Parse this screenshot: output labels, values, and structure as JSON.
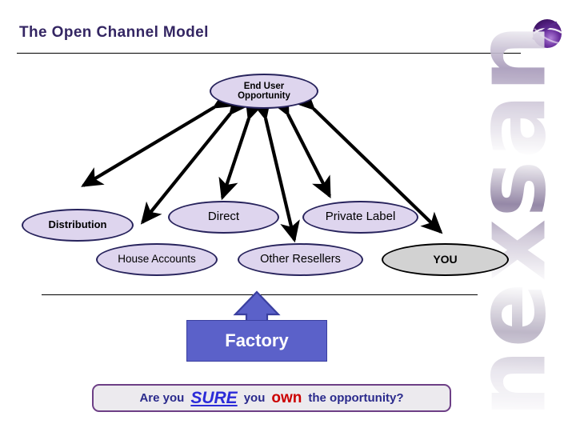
{
  "slide": {
    "title": "The Open Channel Model",
    "watermark_text": "nexsan",
    "logo_name": "nexsan-sphere-logo"
  },
  "diagram": {
    "top_node": {
      "id": "end-user-opportunity",
      "label_line1": "End User",
      "label_line2": "Opportunity",
      "fill": "#ded5ee",
      "stroke": "#27235c"
    },
    "channel_nodes": [
      {
        "id": "distribution",
        "label": "Distribution",
        "fill": "#ded5ee",
        "stroke": "#27235c"
      },
      {
        "id": "direct",
        "label": "Direct",
        "fill": "#ded5ee",
        "stroke": "#27235c"
      },
      {
        "id": "private-label",
        "label": "Private Label",
        "fill": "#ded5ee",
        "stroke": "#27235c"
      },
      {
        "id": "house-accounts",
        "label": "House Accounts",
        "fill": "#ded5ee",
        "stroke": "#27235c"
      },
      {
        "id": "other-resellers",
        "label": "Other Resellers",
        "fill": "#ded5ee",
        "stroke": "#27235c"
      },
      {
        "id": "you",
        "label": "YOU",
        "fill": "#d2d2d2",
        "stroke": "#000000"
      }
    ],
    "connector_style": "double-headed-arrow",
    "connector_count": 6,
    "factory": {
      "label": "Factory",
      "fill": "#5b61c9",
      "text_color": "#ffffff",
      "arrow_direction": "up"
    }
  },
  "banner": {
    "part1": "Are you",
    "emphasis_sure": "SURE",
    "part2": "you",
    "emphasis_own": "own",
    "part3": "the opportunity?",
    "border_color": "#6d3f86",
    "text_color": "#2a2a8c",
    "sure_color": "#2b2bd8",
    "own_color": "#cc0000"
  }
}
